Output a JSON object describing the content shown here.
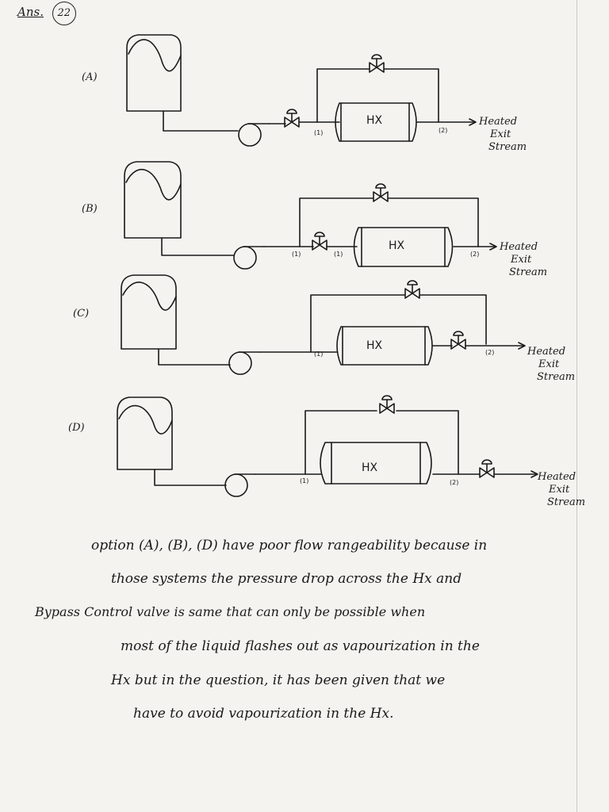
{
  "header": {
    "ans_label": "Ans.",
    "question_number": "22"
  },
  "options": [
    {
      "label": "(A)",
      "hx": "HX",
      "node1": "(1)",
      "node2": "(2)"
    },
    {
      "label": "(B)",
      "hx": "HX",
      "node1": "(1)",
      "node_mid": "(1)",
      "node2": "(2)"
    },
    {
      "label": "(C)",
      "hx": "HX",
      "node1": "(1)",
      "node2": "(2)"
    },
    {
      "label": "(D)",
      "hx": "HX",
      "node1": "(1)",
      "node2": "(2)"
    }
  ],
  "exit_label": {
    "line1": "Heated",
    "line2": "Exit",
    "line3": "Stream"
  },
  "explanation": [
    "option (A), (B), (D) have poor flow rangeability because in",
    "those systems the pressure drop across the Hx and",
    "Bypass Control valve is same that can only be possible when",
    "most of the liquid flashes out as vapourization in the",
    "Hx but in the question, it has been given that we",
    "have to avoid vapourization in the Hx."
  ]
}
